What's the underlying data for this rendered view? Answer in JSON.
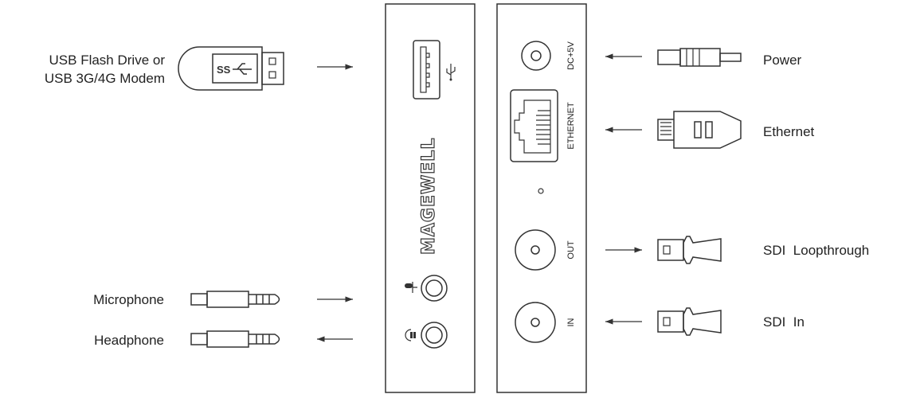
{
  "left_labels": {
    "usb_line1": "USB Flash Drive or",
    "usb_line2": "USB 3G/4G Modem",
    "microphone": "Microphone",
    "headphone": "Headphone"
  },
  "right_labels": {
    "power": "Power",
    "ethernet": "Ethernet",
    "sdi_loop": "SDI  Loopthrough",
    "sdi_in": "SDI  In"
  },
  "panel_labels": {
    "dc": "DC+5V",
    "ethernet": "ETHERNET",
    "out": "OUT",
    "in": "IN"
  },
  "usb_drive_text": "SS",
  "brand_logo": "MAGEWELL",
  "colors": {
    "stroke": "#333333",
    "background": "#ffffff"
  }
}
